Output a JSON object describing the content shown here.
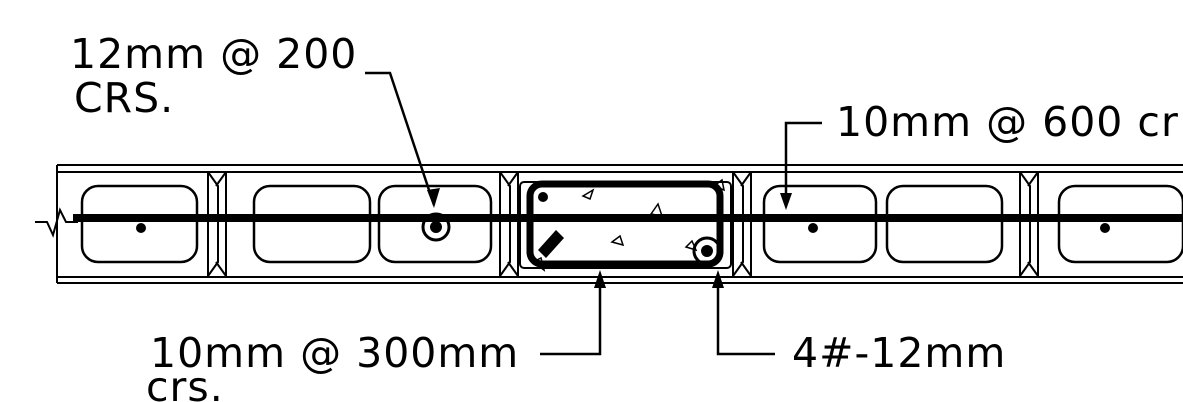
{
  "annotations": {
    "bar_12mm_line1": "12mm @ 200",
    "bar_12mm_line2": "CRS.",
    "bar_10mm_600": "10mm @ 600 cr",
    "bar_10mm_300_line1": "10mm @ 300mm",
    "bar_10mm_300_line2": "crs.",
    "bars_4x12mm": "4#-12mm"
  },
  "colors": {
    "ink": "#000000",
    "paper": "#ffffff"
  }
}
